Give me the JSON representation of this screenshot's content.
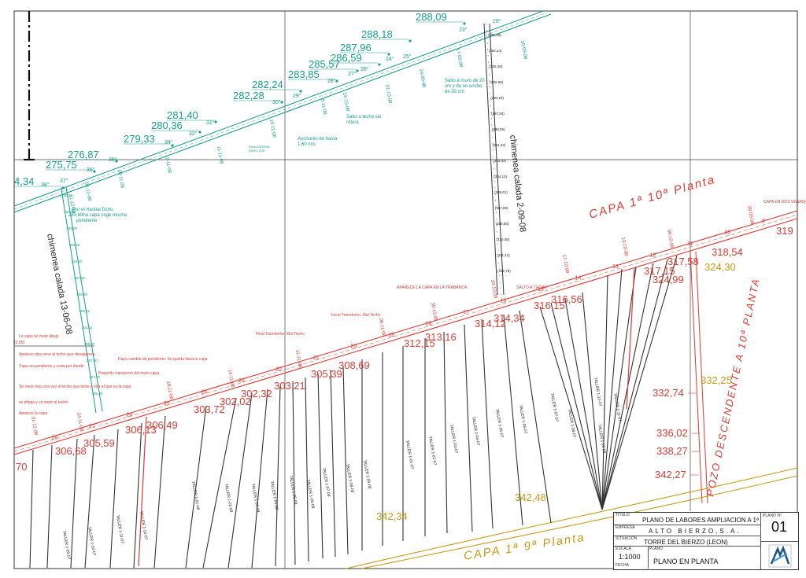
{
  "colors": {
    "green": "#14a08c",
    "red": "#e03a32",
    "gold": "#c99a12",
    "black": "#222222",
    "frame": "#333333"
  },
  "green_elevations": [
    "288,09",
    "288,18",
    "287,96",
    "286,59",
    "285,57",
    "283,85",
    "282,24",
    "282,28",
    "281,40",
    "280,36",
    "279,33",
    "276,87",
    "275,75",
    "4,34"
  ],
  "green_slopes": [
    "29°",
    "23°",
    "25°",
    "24°",
    "26°",
    "27°",
    "28°",
    "29°",
    "30°",
    "31°",
    "32°",
    "34°",
    "35°",
    "36°",
    "37°",
    "38°"
  ],
  "green_dates": [
    "10-09-08",
    "17-09-08",
    "24-09-08",
    "01-10-08",
    "22-10-08",
    "5-11-08",
    "10-11-08",
    "11-11-08",
    "12-11-08",
    "20-11-08",
    "04-12-08",
    "11-12-08"
  ],
  "green_notes": [
    "Salto a muro de 20 cm y de un ancho de 30 cm",
    "Salto a techo sin rotura",
    "Anchurón de hasta 1.60 mts",
    "Por el Hastial Dcho. 280,69ha capa coge mucha pendiente",
    "Final LATERAL DIRECTOR"
  ],
  "chimenea_1": "chimenea calada 2-09-08",
  "chimenea_2": "chimenea calada 13-06-08",
  "chimenea_1_levels": [
    "(291,20)",
    "(292,24)",
    "(292,00)",
    "(292,90)",
    "(294,20)",
    "(297,00)",
    "(298,05)",
    "(301,32)",
    "(303,02)",
    "(304,10)",
    "(305,01)",
    "(307,80)",
    "(308,80)",
    "(310,00)",
    "(311,12)",
    "(312,76)"
  ],
  "chimenea_2_levels": [
    "280,78",
    "294,46",
    "289,00",
    "293,25",
    "294,00",
    "297,30",
    "299,80",
    "300,81",
    "304,42",
    "305,37",
    "307,00",
    "307,75",
    "309,30"
  ],
  "capa_10": "CAPA 1ª 10ª Planta",
  "capa_9": "CAPA 1ª 9ª Planta",
  "pozo": "POZO DESCENDENTE A 10ª PLANTA",
  "red_elevations": [
    "319",
    "318,54",
    "317,58",
    "317,15",
    "324,99",
    "316,56",
    "316,15",
    "314,34",
    "314,12",
    "313,16",
    "312,15",
    "308,69",
    "305,39",
    "303,21",
    "302,32",
    "302,02",
    "303,72",
    "306,49",
    "306,13",
    "305,59",
    "306,68",
    "332,74",
    "336,02",
    "338,27",
    "342,27",
    "70"
  ],
  "gold_elevations": [
    "324,30",
    "332,25",
    "342,48",
    "342,34"
  ],
  "red_stations": [
    "9",
    "10",
    "11",
    "12",
    "13",
    "14",
    "15",
    "16",
    "17",
    "18",
    "19",
    "20",
    "21",
    "22",
    "23",
    "24",
    "25",
    "26",
    "27",
    "28"
  ],
  "red_notes": [
    "CAPA EN DOS VENAS(0,60 08",
    "SALTO A TECHO",
    "APARECE LA CAPA EN LA TRABANCA",
    "Inicio Transtorno. Mal Techo",
    "Final Transtorno. Mal Techo",
    "Capa cambio de pendiente. Se queda llana la capa",
    "Pequeño transtorno del muro capa",
    "Aparece la capa",
    "se pliega y se mete al techo",
    "Se mete más una vez al techo que tiene a otra al que va la capa",
    "Capa en pendiente y corta por donde",
    "Aparece otra vena al techo que desaparece",
    "La capa se mete abajo",
    "(3,65)"
  ],
  "red_dates": [
    "30-09-08",
    "09-10-08",
    "13-10-08",
    "17-10-08",
    "20-10-08",
    "30-10-08",
    "06-11-08",
    "11-11-08",
    "14-11-08",
    "18-11-08",
    "24-11-08",
    "01-12-08"
  ],
  "taller_labels": [
    "TALLER 1-10-08",
    "TALLER 1-11-07",
    "TALLER 1-12-07",
    "TALLER 1-08-07",
    "TALLER 1-07-07",
    "TALLER 1-06-07",
    "TALLER 1-05-07",
    "TALLER 1-04-07",
    "TALLER 1-03-07",
    "TALLER 1-02-07",
    "TALLER 1-01-07",
    "TALLER 1-09-08",
    "TALLER 1-08-08",
    "TALLER 1-07-08",
    "TALLER 1-06-08",
    "TALLER 1-05-08",
    "TALLER 1-04-08",
    "TALLER 1-03-08",
    "TALLER 1-02-08",
    "TALLER 1-01-08",
    "TALLER 1-12-07",
    "TALLER 1-11-07",
    "TALLER 1-10-07",
    "TALLER 1-09-07"
  ],
  "title_block": {
    "titulo_label": "TITULO",
    "titulo": "PLANO DE LABORES AMPLIACION A 1ª",
    "plano_no_label": "PLANO Nº",
    "plano_no": "01",
    "empresa_label": "EMPRESA",
    "empresa": "ALTO BIERZO,S.A.",
    "situacion_label": "SITUACION",
    "situacion": "TORRE DEL BIERZO (LEON)",
    "escala_label": "ESCALA",
    "escala": "1:1000",
    "plano_label": "PLANO",
    "plano": "PLANO EN PLANTA",
    "fecha_label": "FECHA"
  }
}
